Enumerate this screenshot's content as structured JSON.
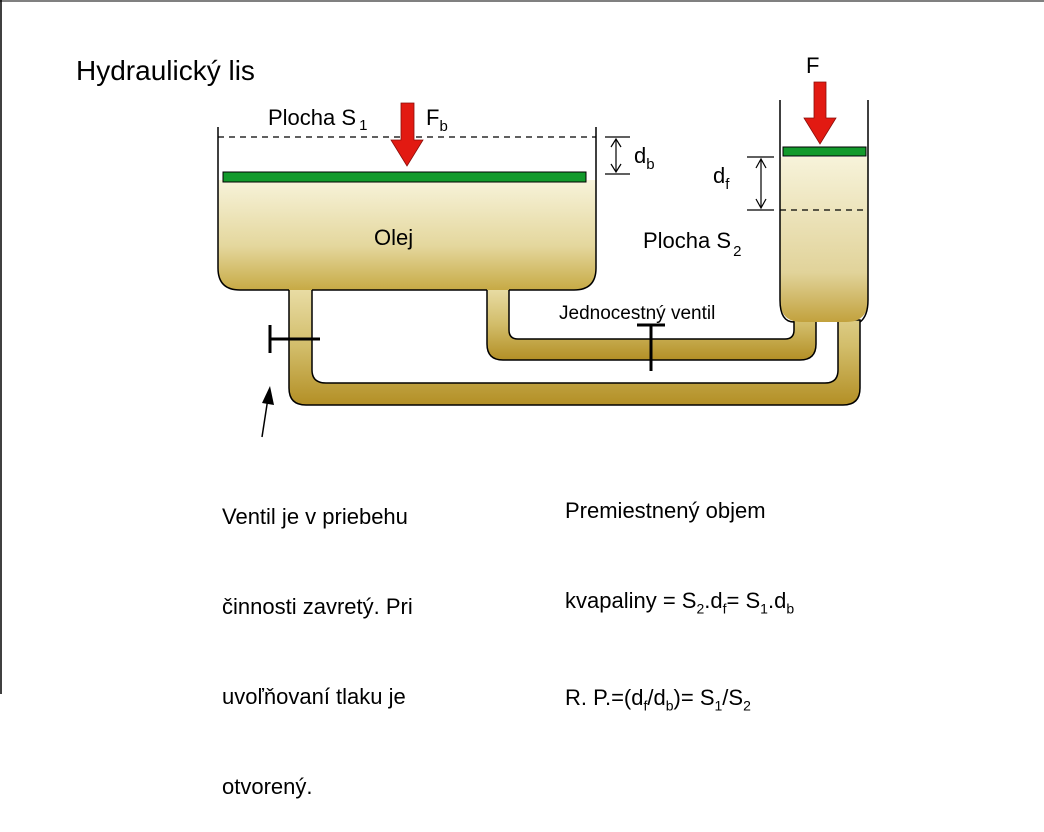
{
  "title": "Hydraulický lis",
  "labels": {
    "area_s1": "Plocha S",
    "area_s1_sub": "1",
    "force_fb": "F",
    "force_fb_sub": "b",
    "disp_db": "d",
    "disp_db_sub": "b",
    "force_f": "F",
    "disp_df": "d",
    "disp_df_sub": "f",
    "area_s2": "Plocha S",
    "area_s2_sub": "2",
    "oil": "Olej",
    "check_valve": "Jednocestný ventil"
  },
  "note_valve": {
    "line1": "Ventil je v priebehu",
    "line2": "činnosti zavretý. Pri",
    "line3": "uvoľňovaní tlaku je",
    "line4": "otvorený."
  },
  "formula": {
    "line1": "Premiestnený objem",
    "line2_a": "kvapaliny = S",
    "line2_b": "2",
    "line2_c": ".d",
    "line2_d": "f",
    "line2_e": "= S",
    "line2_f": "1",
    "line2_g": ".d",
    "line2_h": "b",
    "line3_a": "R. P.=(d",
    "line3_b": "f",
    "line3_c": "/d",
    "line3_d": "b",
    "line3_e": ")= S",
    "line3_f": "1",
    "line3_g": "/S",
    "line3_h": "2"
  },
  "colors": {
    "oil_light": "#f6f1d3",
    "oil_dark": "#b9972a",
    "piston": "#129a2c",
    "arrow": "#e21a12",
    "outline": "#000000"
  }
}
